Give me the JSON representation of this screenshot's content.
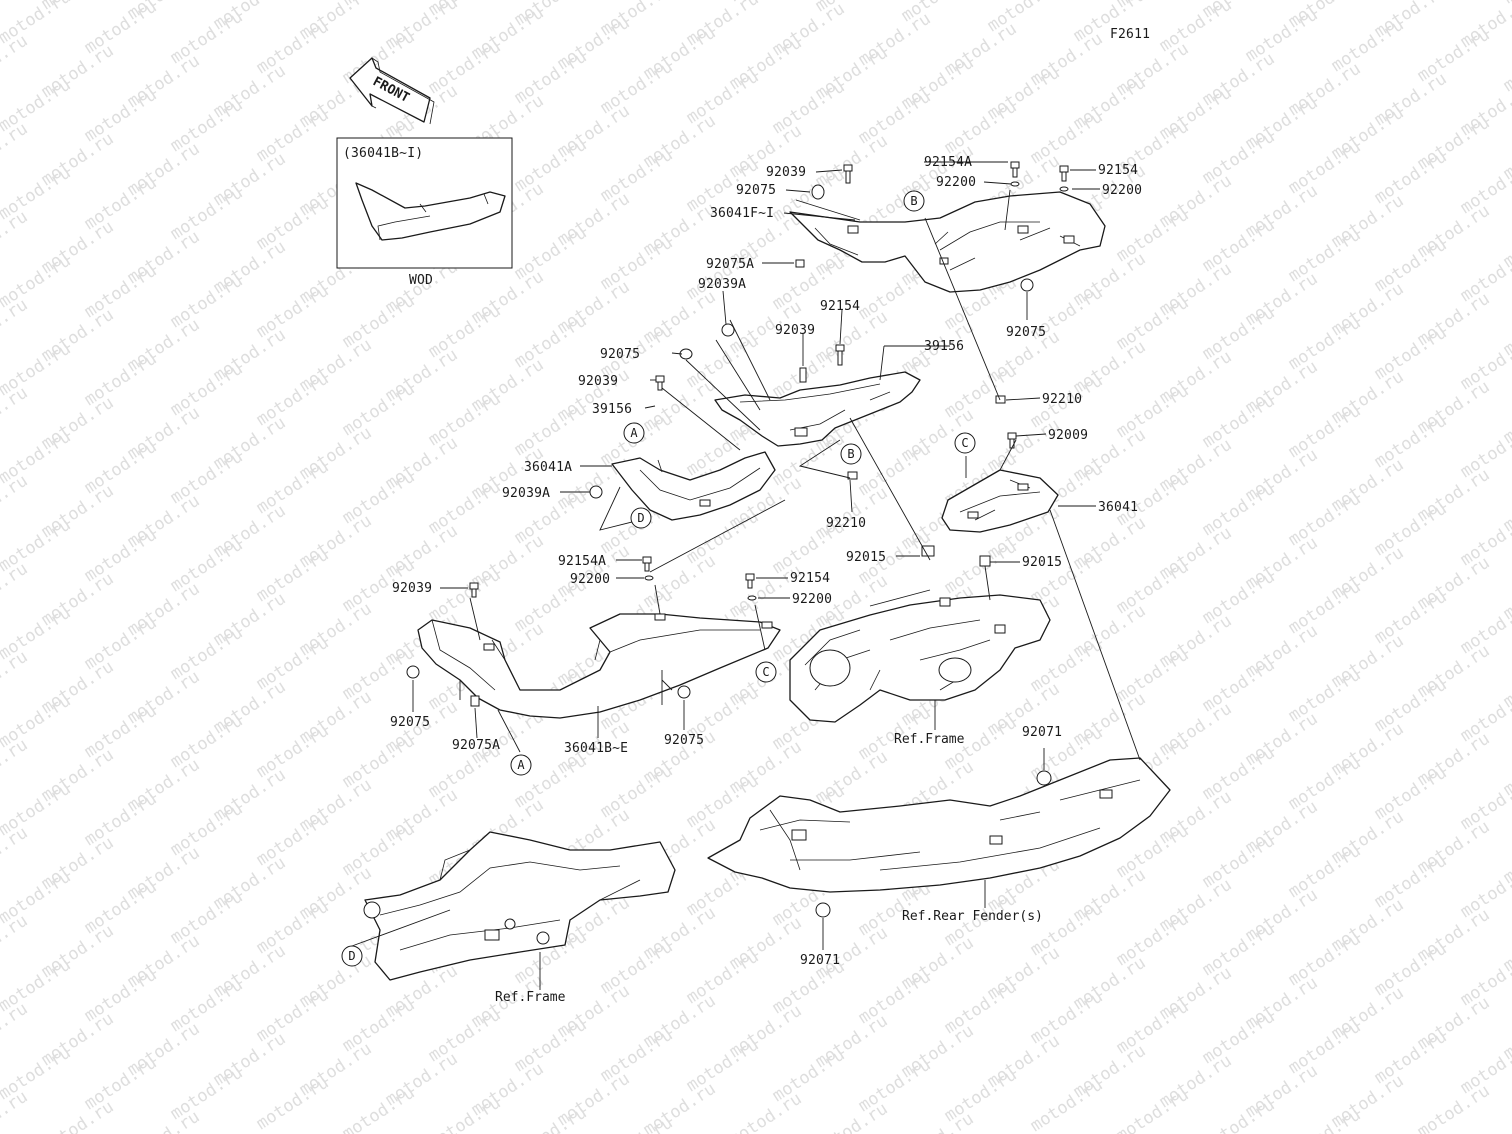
{
  "diagram_code": "F2611",
  "watermark": "motod.ru",
  "front_arrow": "FRONT",
  "inset": {
    "title": "(36041B~I)",
    "caption": "WOD"
  },
  "labels": {
    "p92039_a": "92039",
    "p92075_a": "92075",
    "p36041F": "36041F~I",
    "p92154A_a": "92154A",
    "p92200_a": "92200",
    "p92154_a": "92154",
    "p92200_b": "92200",
    "p92075A_a": "92075A",
    "p92039A_a": "92039A",
    "p92075_b": "92075",
    "p92154_b": "92154",
    "p92039_b": "92039",
    "p39156_a": "39156",
    "p92075_c": "92075",
    "p92039_c": "92039",
    "p39156_b": "39156",
    "p92210_a": "92210",
    "p92009": "92009",
    "p36041A": "36041A",
    "p92039A_b": "92039A",
    "p36041": "36041",
    "p92210_b": "92210",
    "p92015_a": "92015",
    "p92015_b": "92015",
    "p92154A_b": "92154A",
    "p92200_c": "92200",
    "p92154_c": "92154",
    "p92200_d": "92200",
    "p92039_d": "92039",
    "p92075_d": "92075",
    "p92075A_b": "92075A",
    "p36041BE": "36041B~E",
    "p92075_e": "92075",
    "p92071_a": "92071",
    "p92071_b": "92071"
  },
  "refs": {
    "frame_a": "Ref.Frame",
    "frame_b": "Ref.Frame",
    "rear_fender": "Ref.Rear Fender(s)"
  },
  "markers": {
    "a1": "A",
    "a2": "A",
    "b1": "B",
    "b2": "B",
    "c1": "C",
    "c2": "C",
    "d1": "D",
    "d2": "D"
  }
}
